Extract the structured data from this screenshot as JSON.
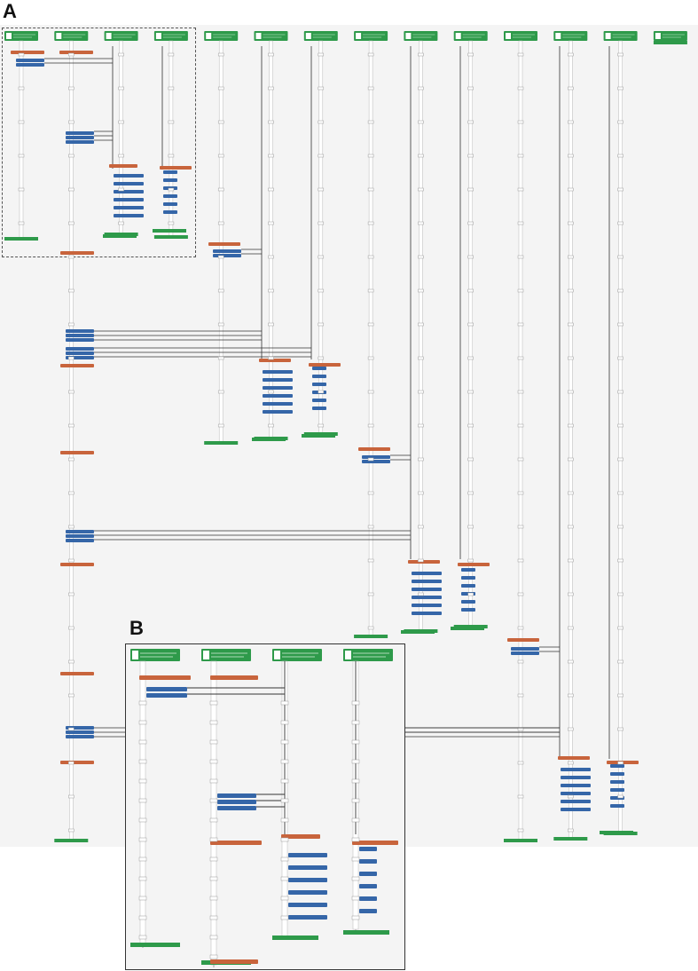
{
  "figure": {
    "panel_a_label": "A",
    "panel_b_label": "B"
  },
  "panel_a": {
    "lanes": 14,
    "colors": {
      "background": "#f4f4f4",
      "lifeline_header": "#2e9a4a",
      "lifeline_footer": "#2e9a4a",
      "message_call": "#c8643c",
      "activation_box": "#3566a8",
      "lifeline": "#9a9a9a",
      "connector": "#333333"
    }
  },
  "panel_b": {
    "lanes": 4
  }
}
